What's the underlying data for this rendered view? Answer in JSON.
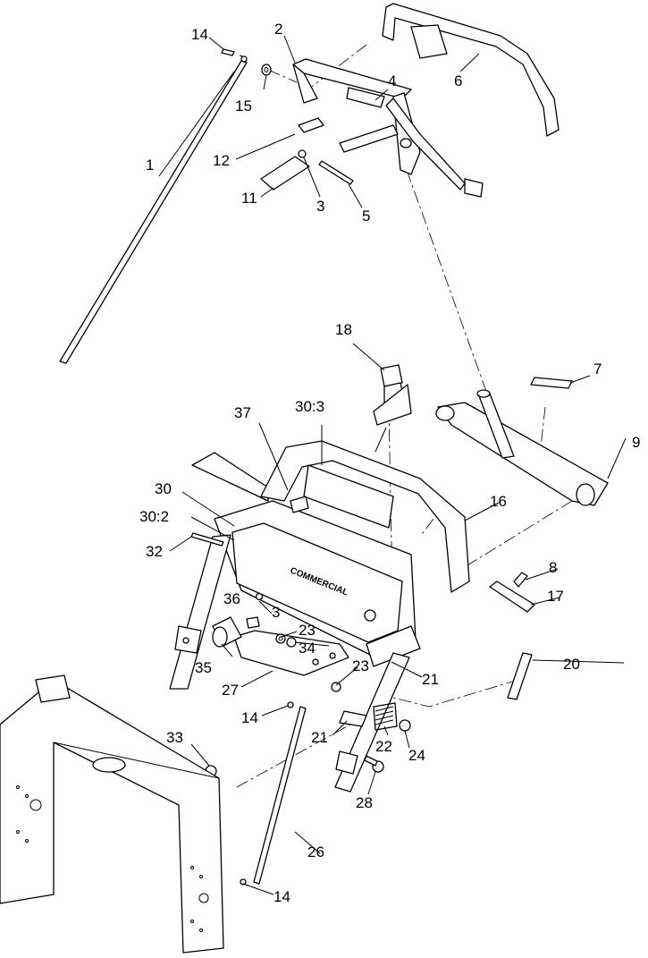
{
  "diagram": {
    "decal_text": "COMMERCIAL",
    "callouts": [
      {
        "id": "c1",
        "label": "1"
      },
      {
        "id": "c2",
        "label": "2"
      },
      {
        "id": "c3a",
        "label": "3"
      },
      {
        "id": "c3b",
        "label": "3"
      },
      {
        "id": "c4",
        "label": "4"
      },
      {
        "id": "c5",
        "label": "5"
      },
      {
        "id": "c6",
        "label": "6"
      },
      {
        "id": "c7",
        "label": "7"
      },
      {
        "id": "c8",
        "label": "8"
      },
      {
        "id": "c9",
        "label": "9"
      },
      {
        "id": "c11",
        "label": "11"
      },
      {
        "id": "c12",
        "label": "12"
      },
      {
        "id": "c14a",
        "label": "14"
      },
      {
        "id": "c14b",
        "label": "14"
      },
      {
        "id": "c14c",
        "label": "14"
      },
      {
        "id": "c15",
        "label": "15"
      },
      {
        "id": "c16",
        "label": "16"
      },
      {
        "id": "c17",
        "label": "17"
      },
      {
        "id": "c18",
        "label": "18"
      },
      {
        "id": "c20",
        "label": "20"
      },
      {
        "id": "c21a",
        "label": "21"
      },
      {
        "id": "c21b",
        "label": "21"
      },
      {
        "id": "c22",
        "label": "22"
      },
      {
        "id": "c23a",
        "label": "23"
      },
      {
        "id": "c23b",
        "label": "23"
      },
      {
        "id": "c24",
        "label": "24"
      },
      {
        "id": "c26",
        "label": "26"
      },
      {
        "id": "c27",
        "label": "27"
      },
      {
        "id": "c28",
        "label": "28"
      },
      {
        "id": "c30",
        "label": "30"
      },
      {
        "id": "c30_2",
        "label": "30:2"
      },
      {
        "id": "c30_3",
        "label": "30:3"
      },
      {
        "id": "c32",
        "label": "32"
      },
      {
        "id": "c33",
        "label": "33"
      },
      {
        "id": "c34",
        "label": "34"
      },
      {
        "id": "c35",
        "label": "35"
      },
      {
        "id": "c36",
        "label": "36"
      },
      {
        "id": "c37",
        "label": "37"
      }
    ]
  }
}
